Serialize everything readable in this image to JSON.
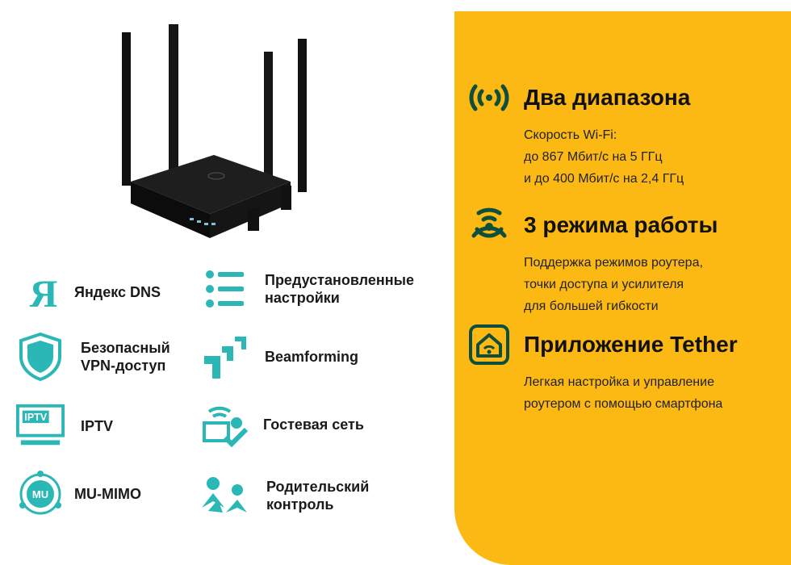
{
  "colors": {
    "teal": "#2ab7b5",
    "panel": "#fdb913",
    "dark_green": "#0d4f3c",
    "text": "#1a1a1a"
  },
  "router_image": {
    "icon": "router-illustration"
  },
  "features": [
    {
      "id": "yandex",
      "icon": "yandex-logo-icon",
      "label": "Яндекс DNS"
    },
    {
      "id": "presets",
      "icon": "list-icon",
      "label": "Предустановленные\nнастройки"
    },
    {
      "id": "vpn",
      "icon": "shield-icon",
      "label": "Безопасный\nVPN-доступ"
    },
    {
      "id": "beam",
      "icon": "beamforming-icon",
      "label": "Beamforming"
    },
    {
      "id": "iptv",
      "icon": "iptv-icon",
      "label": "IPTV",
      "badge": "IPTV"
    },
    {
      "id": "guest",
      "icon": "guest-network-icon",
      "label": "Гостевая сеть"
    },
    {
      "id": "mumimo",
      "icon": "mu-mimo-icon",
      "label": "MU-MIMO",
      "badge": "MU"
    },
    {
      "id": "parental",
      "icon": "parental-control-icon",
      "label": "Родительский\nконтроль"
    }
  ],
  "panel": {
    "items": [
      {
        "icon": "dual-band-wifi-icon",
        "title": "Два диапазона",
        "desc": "Скорость Wi-Fi:\nдо 867 Мбит/с на 5 ГГц\nи до 400 Мбит/с на 2,4 ГГц"
      },
      {
        "icon": "access-point-icon",
        "title": "3 режима работы",
        "desc": "Поддержка режимов роутера,\nточки доступа и усилителя\nдля большей гибкости"
      },
      {
        "icon": "home-app-icon",
        "title": "Приложение Tether",
        "desc": "Легкая настройка и управление\nроутером с помощью смартфона"
      }
    ]
  }
}
